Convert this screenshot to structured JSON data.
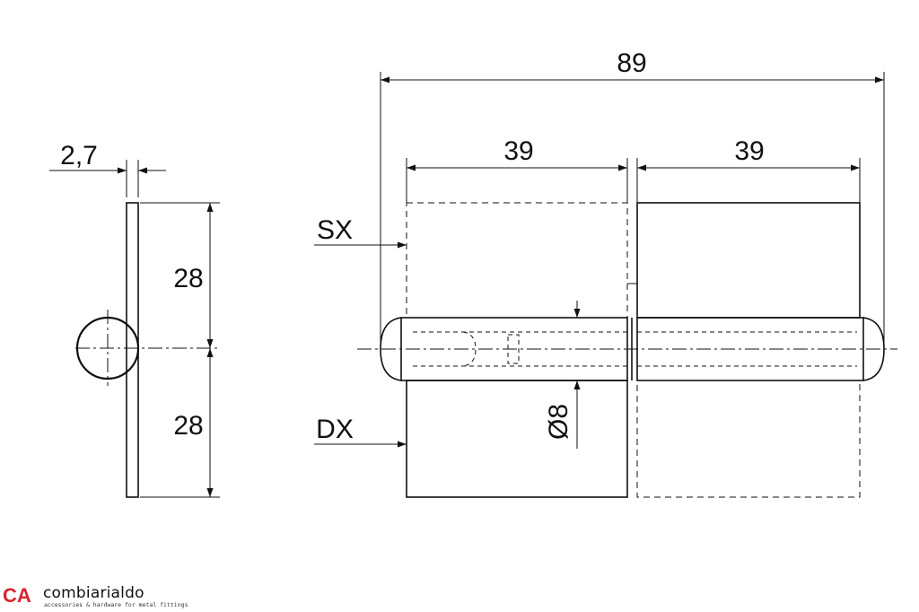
{
  "side_view": {
    "thickness_label": "2,7",
    "upper_height_label": "28",
    "lower_height_label": "28"
  },
  "front_view": {
    "overall_length_label": "89",
    "left_leaf_label": "39",
    "right_leaf_label": "39",
    "pin_diameter_label": "Ø8",
    "upper_variant_label": "SX",
    "lower_variant_label": "DX"
  },
  "brand": {
    "mark": "CA",
    "name": "combiarialdo",
    "tagline": "accessories & hardware for metal fittings",
    "accent_color": "#d7262e"
  }
}
